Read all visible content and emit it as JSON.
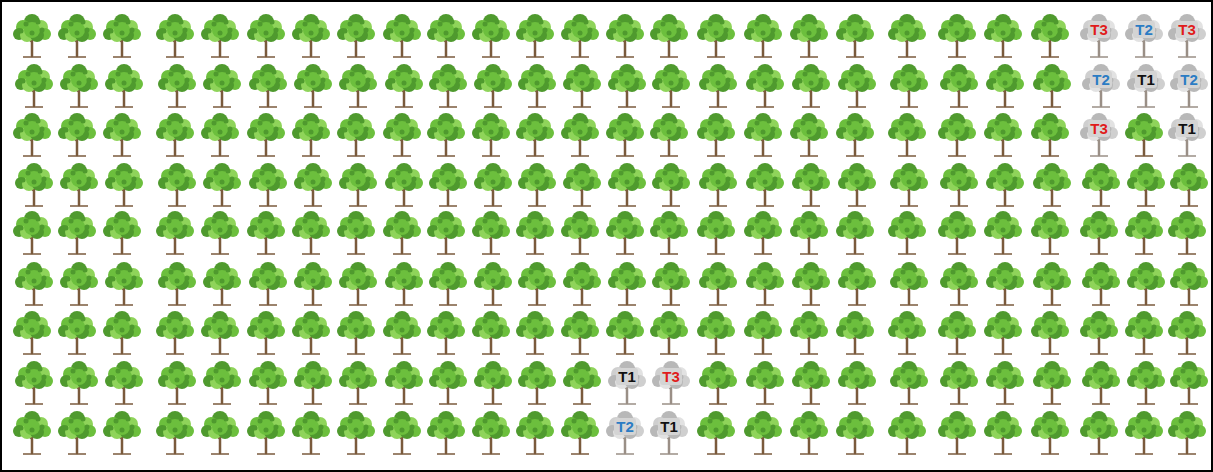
{
  "diagram": {
    "labels": [
      "T3",
      "T2",
      "T3",
      "T2",
      "T1",
      "T2",
      "T3",
      "T1",
      "T1",
      "T3",
      "T2",
      "T1"
    ]
  }
}
